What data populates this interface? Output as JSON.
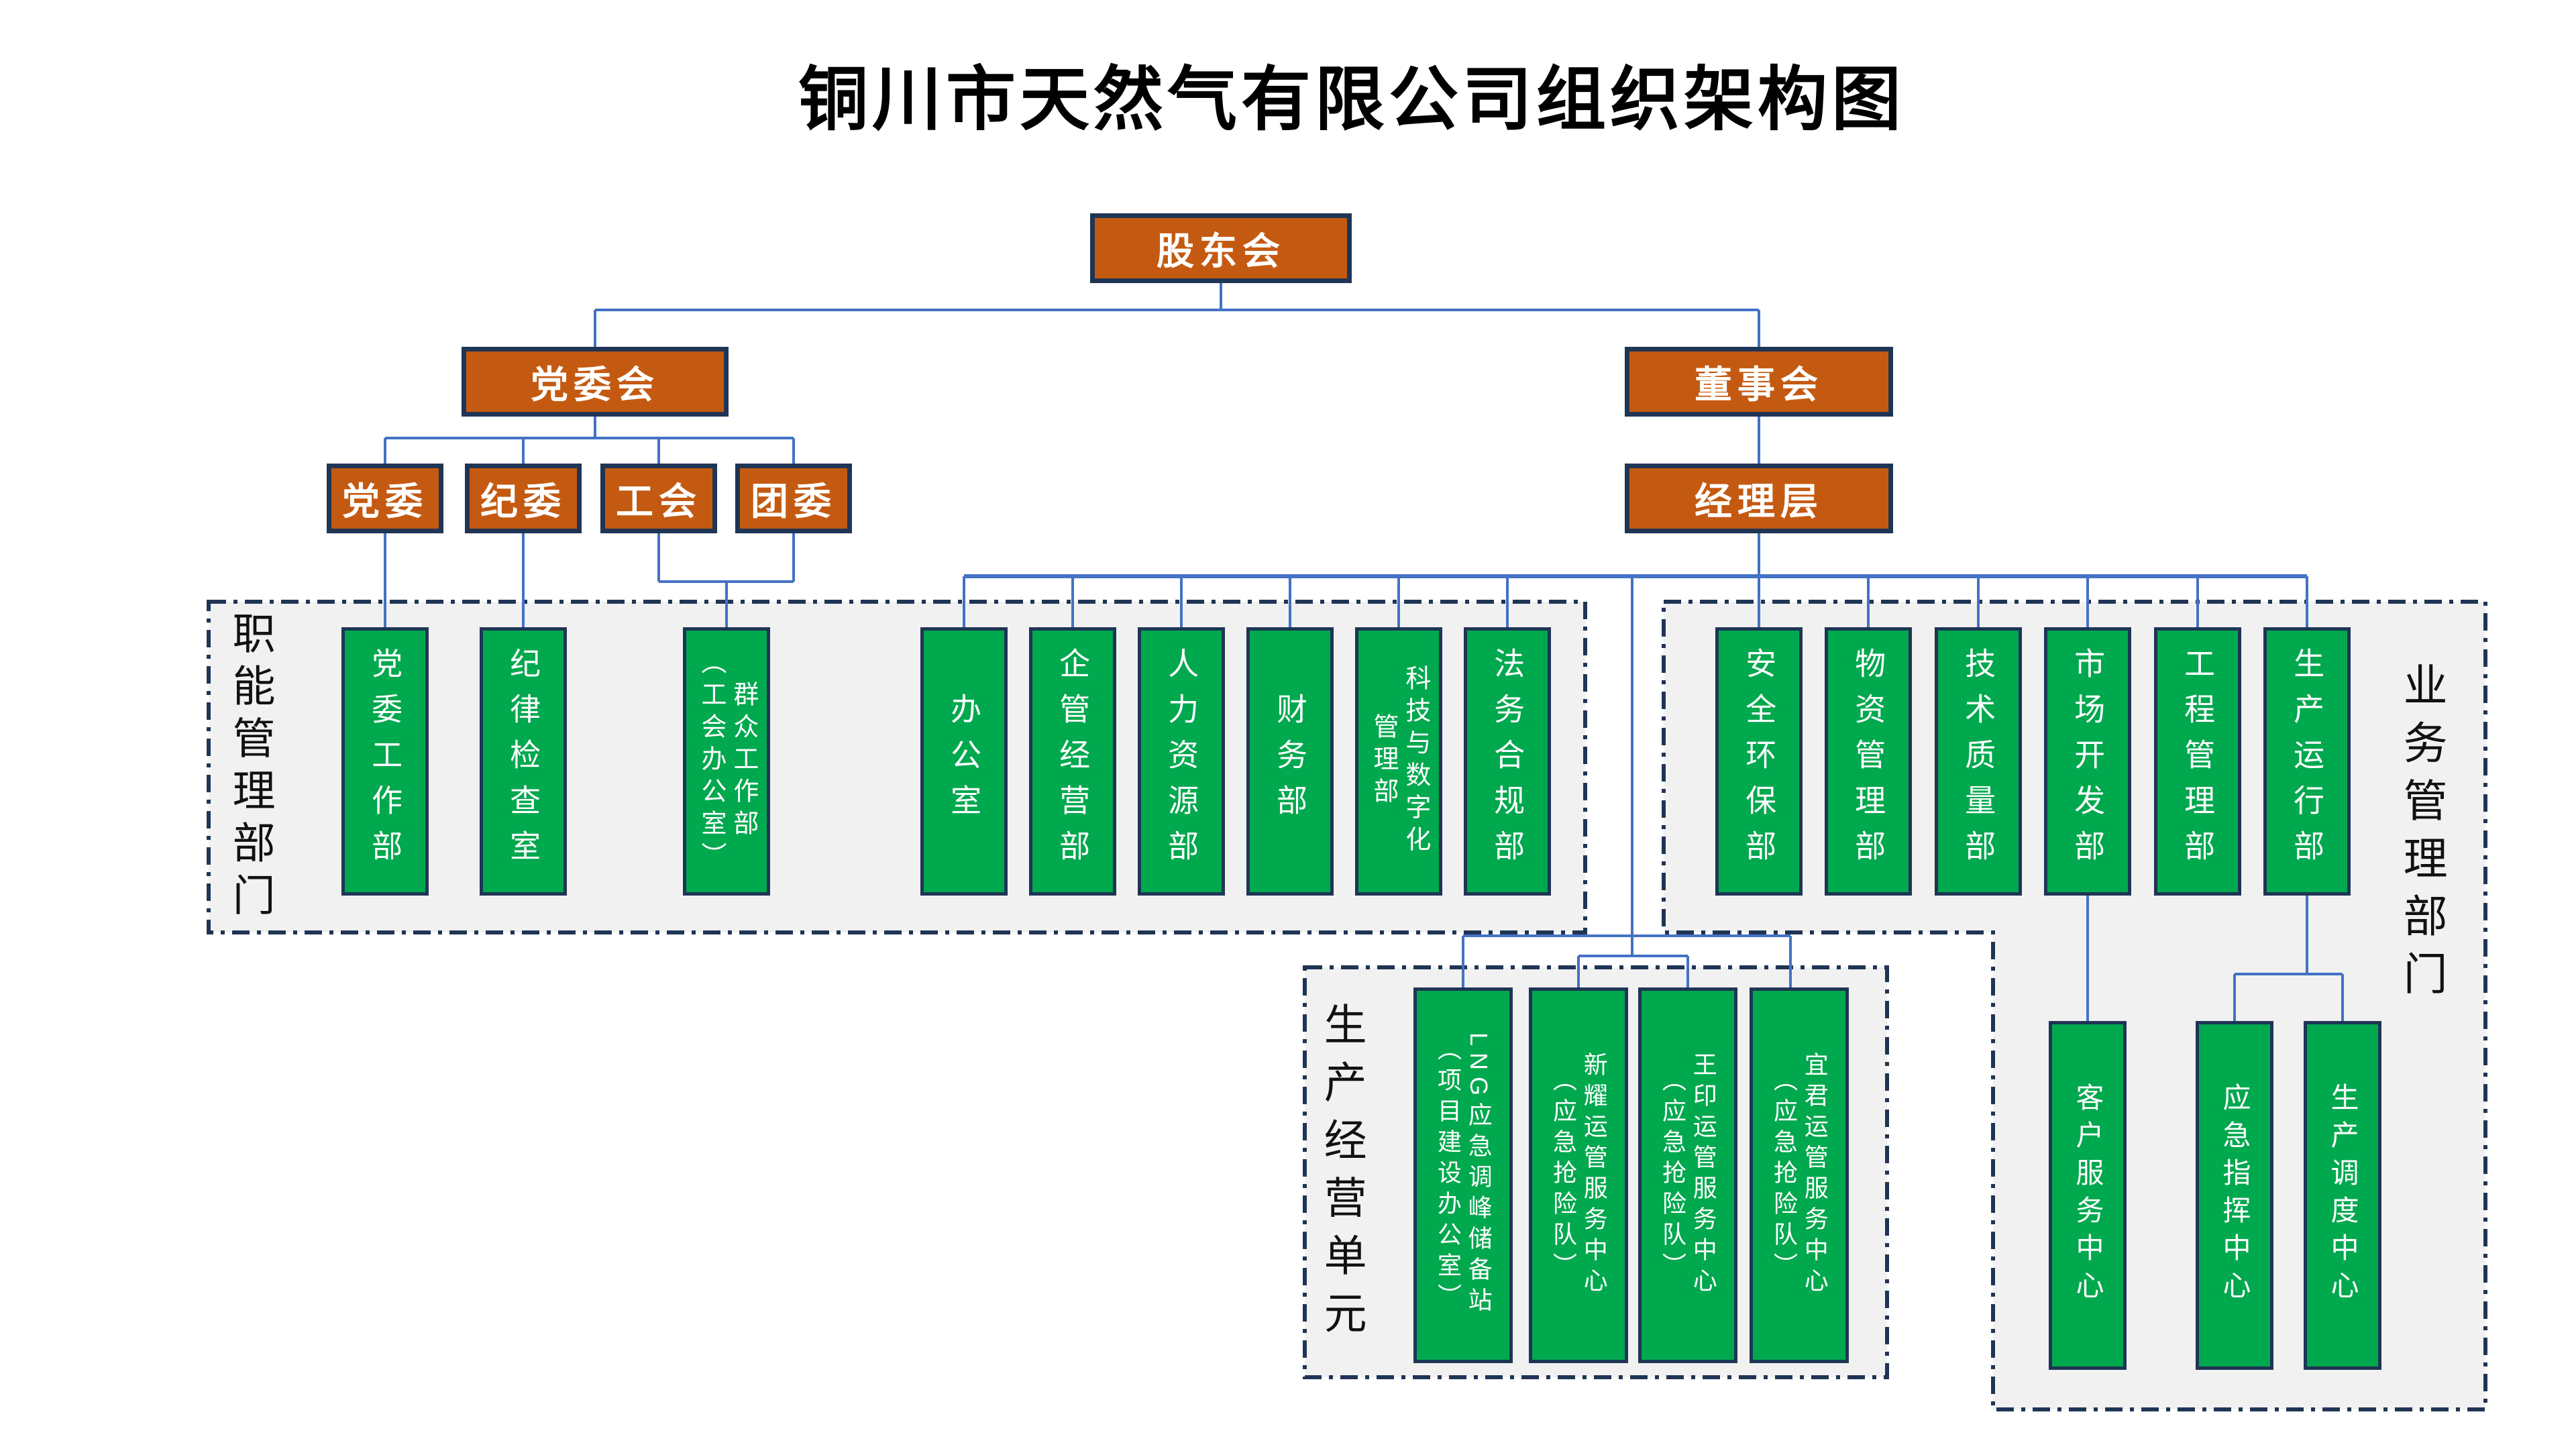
{
  "title": "铜川市天然气有限公司组织架构图",
  "colors": {
    "box_orange": "#C45A11",
    "box_green": "#00A84E",
    "border_navy": "#1F3555",
    "connector_blue": "#4472C4",
    "container_fill": "#F1F1F1",
    "label_black": "#111111",
    "box_text_white": "#FFFFFF"
  },
  "top": {
    "shareholders": "股东会",
    "party_committee": "党委会",
    "board": "董事会",
    "management": "经理层",
    "party_orgs": [
      "党委",
      "纪委",
      "工会",
      "团委"
    ]
  },
  "functional": {
    "label": "职能管理部门",
    "departments": [
      {
        "line1": "党委工作部"
      },
      {
        "line1": "纪律检查室"
      },
      {
        "line1": "群众工作部",
        "line2": "（工会办公室）"
      },
      {
        "line1": "办公室"
      },
      {
        "line1": "企管经营部"
      },
      {
        "line1": "人力资源部"
      },
      {
        "line1": "财务部"
      },
      {
        "line1": "科技与数字化",
        "line2": "管理部"
      },
      {
        "line1": "法务合规部"
      }
    ]
  },
  "business": {
    "label": "业务管理部门",
    "departments": [
      {
        "line1": "安全环保部"
      },
      {
        "line1": "物资管理部"
      },
      {
        "line1": "技术质量部"
      },
      {
        "line1": "市场开发部"
      },
      {
        "line1": "工程管理部"
      },
      {
        "line1": "生产运行部"
      }
    ],
    "centers": [
      "客户服务中心",
      "应急指挥中心",
      "生产调度中心"
    ]
  },
  "production": {
    "label": "生产经营单元",
    "units": [
      {
        "line1": "LNG应急调峰储备站",
        "line2": "（项目建设办公室）"
      },
      {
        "line1": "新耀运管服务中心",
        "line2": "（应急抢险队）"
      },
      {
        "line1": "王印运管服务中心",
        "line2": "（应急抢险队）"
      },
      {
        "line1": "宜君运管服务中心",
        "line2": "（应急抢险队）"
      }
    ]
  }
}
